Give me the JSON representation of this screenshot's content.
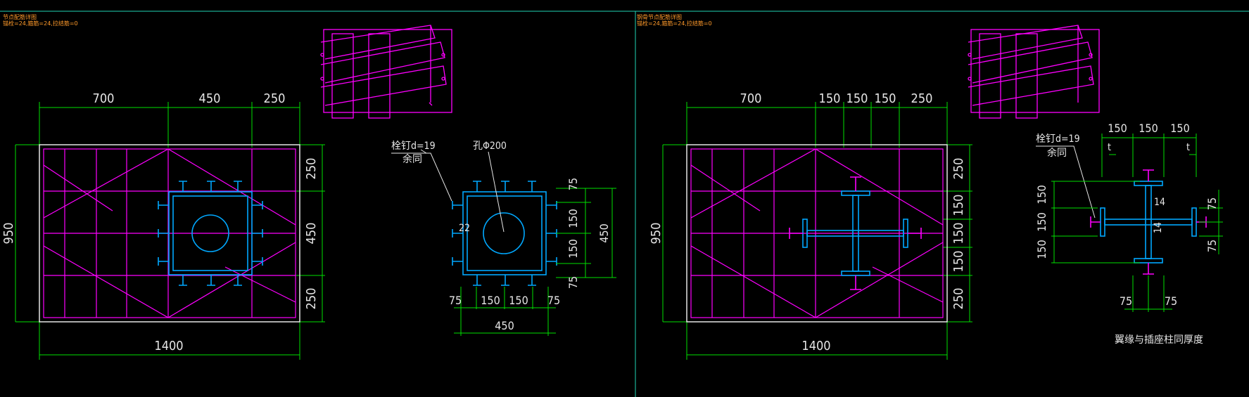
{
  "headers": {
    "left_line1": "节点配筋详图",
    "left_line2": "锚栓=24,箍筋=24,拉结筋=0",
    "right_line1": "钢骨节点配筋详图",
    "right_line2": "锚栓=24,箍筋=24,拉结筋=0"
  },
  "left": {
    "top_dims": [
      "700",
      "450",
      "250"
    ],
    "right_dims": [
      "250",
      "450",
      "250"
    ],
    "height_dim": "950",
    "width_dim": "1400",
    "detail_note_1": "栓钉d=19",
    "detail_note_2": "余同",
    "hole_label": "孔Φ200",
    "weld_size": "22",
    "detail_right_dims": [
      "75",
      "150",
      "150",
      "75"
    ],
    "detail_total_dim": "450",
    "detail_bottom_dims": [
      "75",
      "150",
      "150",
      "75"
    ],
    "detail_bottom_total": "450"
  },
  "right": {
    "top_dims": [
      "700",
      "150",
      "150",
      "150",
      "250"
    ],
    "right_dims": [
      "250",
      "150",
      "150",
      "150",
      "250"
    ],
    "height_dim": "950",
    "width_dim": "1400",
    "detail_top_dims": [
      "150",
      "150",
      "150"
    ],
    "thickness_label": "t",
    "detail_note_1": "栓钉d=19",
    "detail_note_2": "余同",
    "detail_left_dims": [
      "150",
      "150",
      "150"
    ],
    "web_thickness_1": "14",
    "web_thickness_2": "14",
    "detail_right_dims": [
      "75",
      "75"
    ],
    "detail_bottom_dims": [
      "75",
      "75"
    ],
    "caption": "翼缘与插座柱同厚度"
  },
  "colors": {
    "background": "#000000",
    "dimension": "#00e000",
    "rebar": "#ff00ff",
    "steel": "#00a8ff",
    "text": "#e6e6e6",
    "header": "#ff9a2a",
    "divider": "#1fd3b4"
  }
}
